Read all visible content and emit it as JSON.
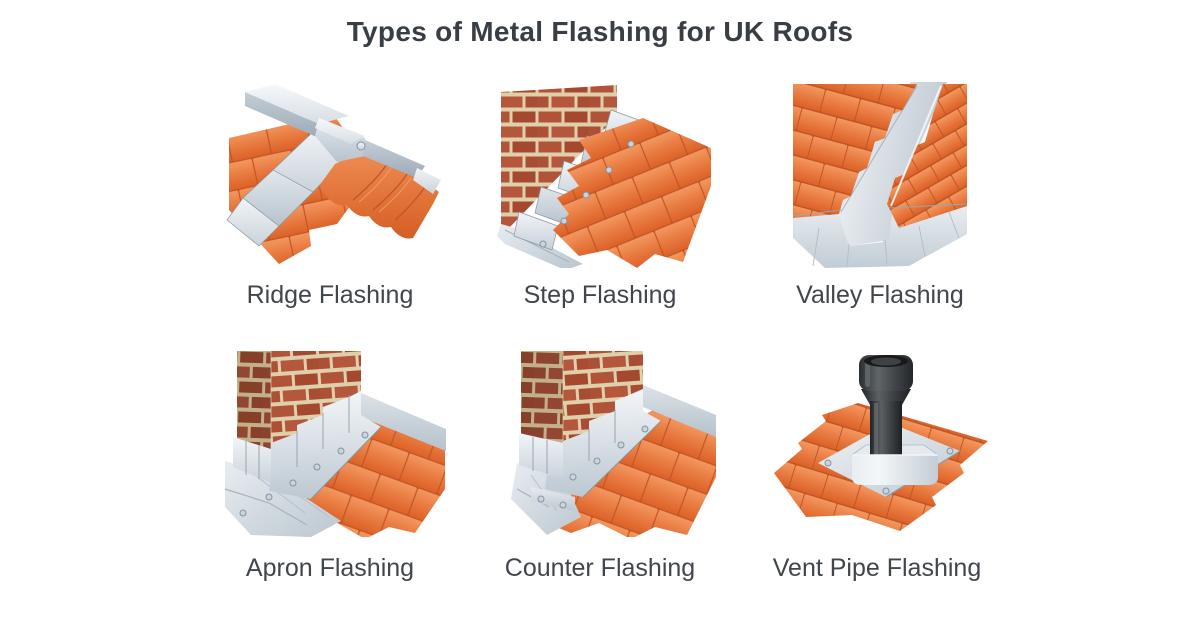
{
  "header": {
    "title": "Types of Metal Flashing for UK Roofs"
  },
  "grid": {
    "items": [
      {
        "id": "ridge",
        "label": "Ridge Flashing",
        "illustration": "ridge-flashing-illustration"
      },
      {
        "id": "step",
        "label": "Step Flashing",
        "illustration": "step-flashing-illustration"
      },
      {
        "id": "valley",
        "label": "Valley Flashing",
        "illustration": "valley-flashing-illustration"
      },
      {
        "id": "apron",
        "label": "Apron Flashing",
        "illustration": "apron-flashing-illustration"
      },
      {
        "id": "counter",
        "label": "Counter Flashing",
        "illustration": "counter-flashing-illustration"
      },
      {
        "id": "vent",
        "label": "Vent Pipe Flashing",
        "illustration": "vent-pipe-flashing-illustration"
      }
    ]
  },
  "palette": {
    "background": "#FFFFFF",
    "title_text": "#393E44",
    "caption_text": "#41464C",
    "tile_orange": "#E87B41",
    "tile_edge": "#C2572A",
    "metal_light": "#EFF3F6",
    "metal_mid": "#C6CFD8",
    "metal_dark": "#9BA8B4",
    "brick_red": "#AC5036",
    "mortar": "#DFD0AB",
    "pipe_charcoal": "#34383B"
  }
}
